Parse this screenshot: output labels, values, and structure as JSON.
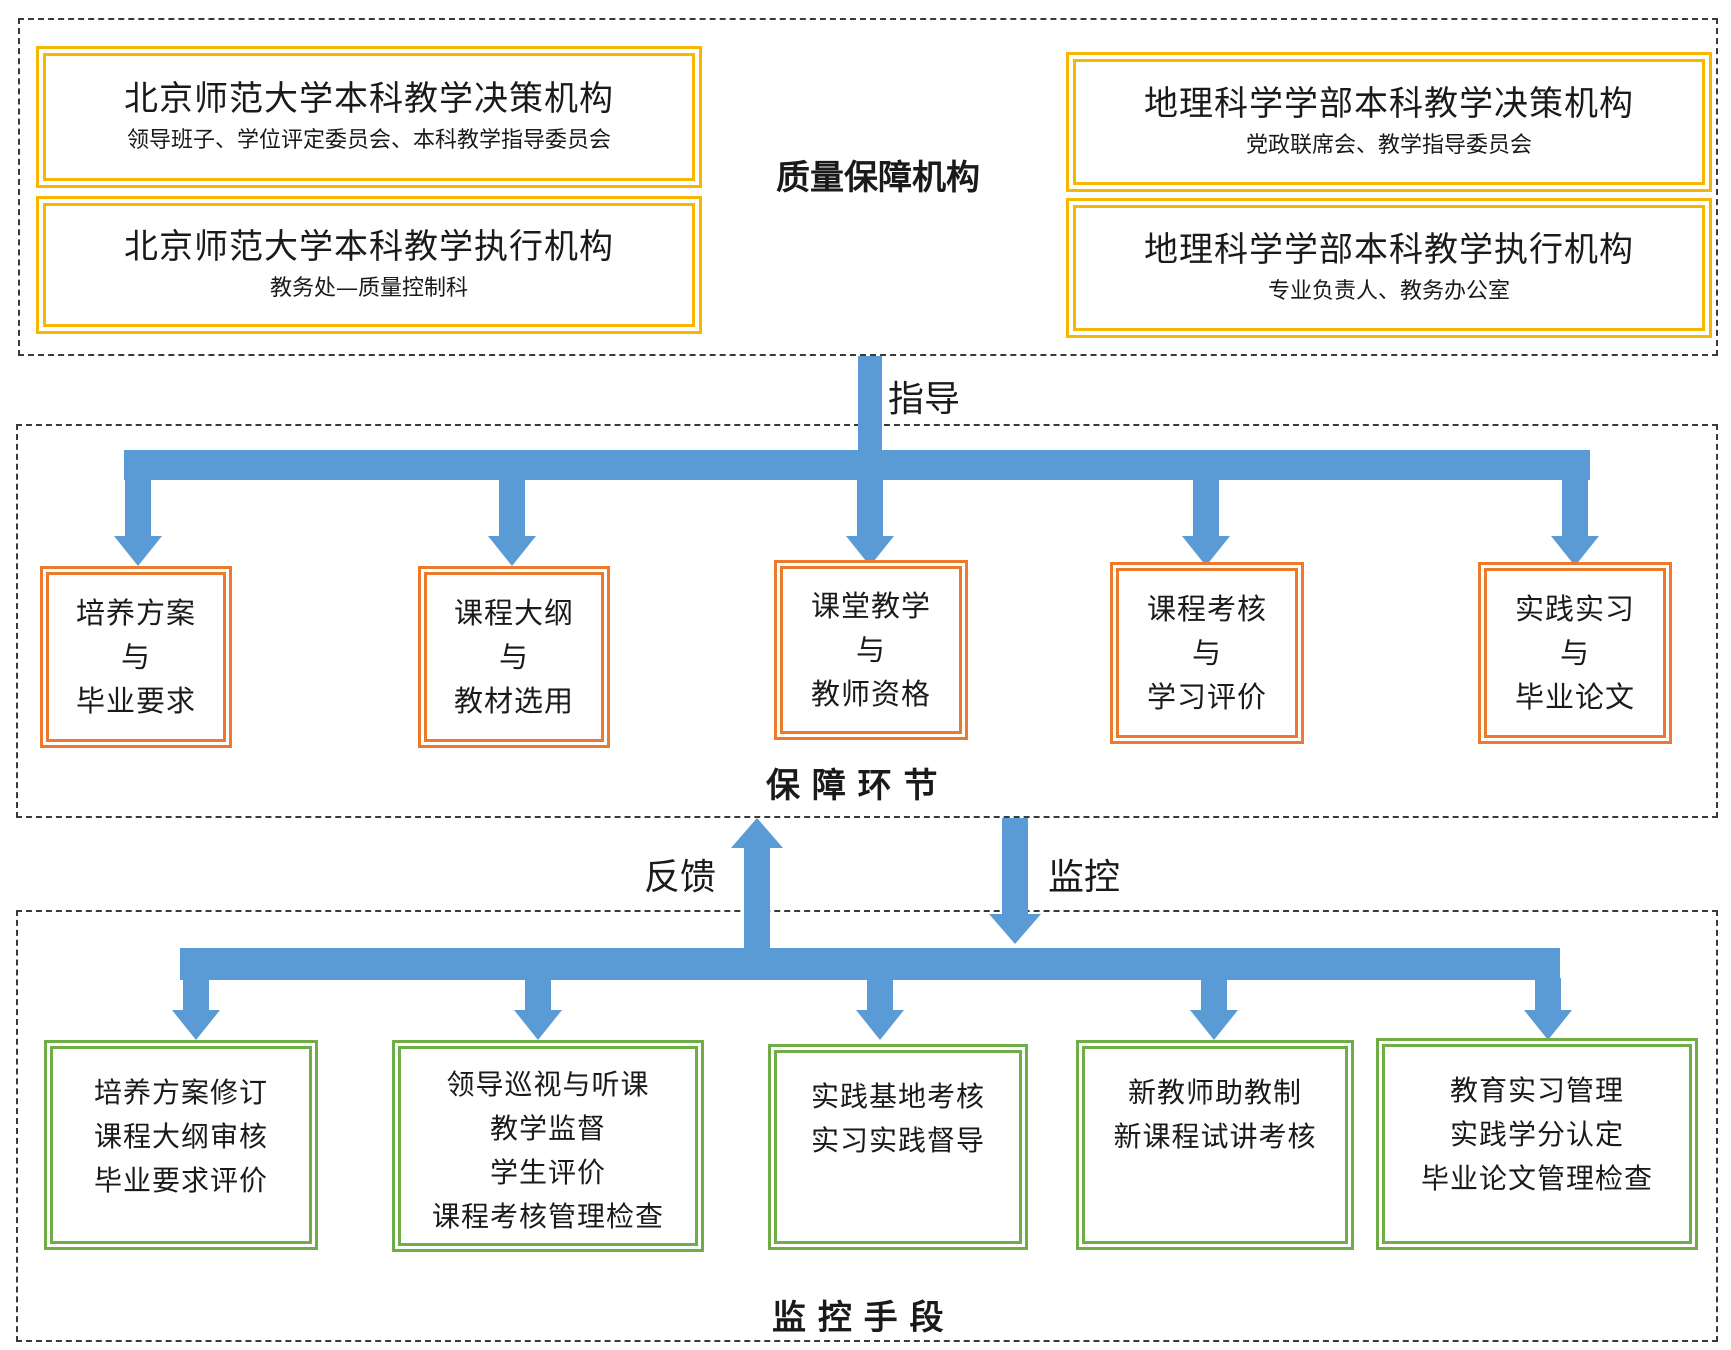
{
  "colors": {
    "arrow": "#5b9bd5",
    "gold": "#f5b700",
    "orange": "#ec7a2c",
    "green": "#70ad47",
    "dash": "#3a3a3a"
  },
  "top": {
    "title": "质量保障机构",
    "left_boxes": [
      {
        "title": "北京师范大学本科教学决策机构",
        "sub": "领导班子、学位评定委员会、本科教学指导委员会"
      },
      {
        "title": "北京师范大学本科教学执行机构",
        "sub": "教务处—质量控制科"
      }
    ],
    "right_boxes": [
      {
        "title": "地理科学学部本科教学决策机构",
        "sub": "党政联席会、教学指导委员会"
      },
      {
        "title": "地理科学学部本科教学执行机构",
        "sub": "专业负责人、教务办公室"
      }
    ]
  },
  "arrows": {
    "guide": "指导",
    "feedback": "反馈",
    "monitor": "监控"
  },
  "middle": {
    "title": "保 障 环 节",
    "boxes": [
      {
        "lines": [
          "培养方案",
          "与",
          "毕业要求"
        ]
      },
      {
        "lines": [
          "课程大纲",
          "与",
          "教材选用"
        ]
      },
      {
        "lines": [
          "课堂教学",
          "与",
          "教师资格"
        ]
      },
      {
        "lines": [
          "课程考核",
          "与",
          "学习评价"
        ]
      },
      {
        "lines": [
          "实践实习",
          "与",
          "毕业论文"
        ]
      }
    ]
  },
  "bottom": {
    "title": "监 控 手 段",
    "boxes": [
      {
        "lines": [
          "培养方案修订",
          "课程大纲审核",
          "毕业要求评价"
        ]
      },
      {
        "lines": [
          "领导巡视与听课",
          "教学监督",
          "学生评价",
          "课程考核管理检查"
        ]
      },
      {
        "lines": [
          "实践基地考核",
          "实习实践督导"
        ]
      },
      {
        "lines": [
          "新教师助教制",
          "新课程试讲考核"
        ]
      },
      {
        "lines": [
          "教育实习管理",
          "实践学分认定",
          "毕业论文管理检查"
        ]
      }
    ]
  }
}
